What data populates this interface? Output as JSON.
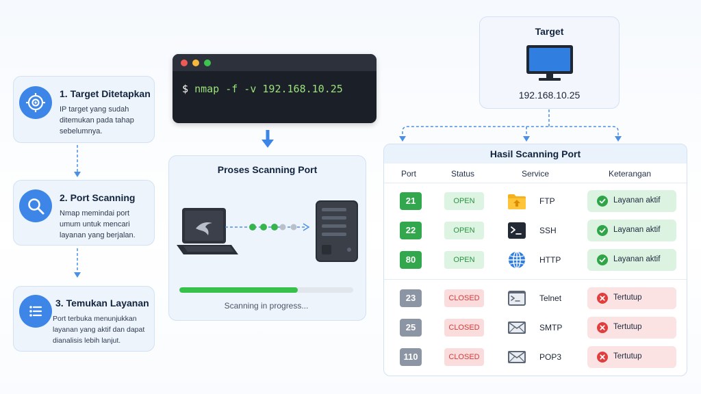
{
  "steps": [
    {
      "number_title": "1. Target Ditetapkan",
      "description": [
        "IP target yang sudah",
        "ditemukan pada tahap",
        "sebelumnya."
      ],
      "icon": "target-icon"
    },
    {
      "number_title": "2. Port Scanning",
      "description": [
        "Nmap memindai port",
        "umum untuk mencari",
        "layanan yang berjalan."
      ],
      "icon": "search-icon"
    },
    {
      "number_title": "3. Temukan Layanan",
      "description": [
        "Port terbuka menunjukkan",
        "layanan yang aktif dan dapat",
        "dianalisis lebih lanjut."
      ],
      "icon": "list-icon"
    }
  ],
  "terminal": {
    "prompt": "$ ",
    "command": "nmap -f -v 192.168.10.25",
    "dot_colors": [
      "#ee5b56",
      "#f6b73c",
      "#3cc350"
    ]
  },
  "process": {
    "title": "Proses Scanning Port",
    "status_text": "Scanning in progress...",
    "progress_percent": 68,
    "icons": [
      "laptop-icon",
      "server-icon"
    ]
  },
  "target": {
    "title": "Target",
    "ip": "192.168.10.25",
    "icon": "monitor-icon"
  },
  "results": {
    "title": "Hasil Scanning Port",
    "headers": {
      "port": "Port",
      "status": "Status",
      "service": "Service",
      "note": "Keterangan"
    },
    "rows": [
      {
        "port": "21",
        "status": "OPEN",
        "service": "FTP",
        "note": "Layanan aktif",
        "state": "open",
        "icon": "folder-upload-icon"
      },
      {
        "port": "22",
        "status": "OPEN",
        "service": "SSH",
        "note": "Layanan aktif",
        "state": "open",
        "icon": "terminal-icon"
      },
      {
        "port": "80",
        "status": "OPEN",
        "service": "HTTP",
        "note": "Layanan aktif",
        "state": "open",
        "icon": "globe-icon"
      },
      {
        "port": "23",
        "status": "CLOSED",
        "service": "Telnet",
        "note": "Tertutup",
        "state": "closed",
        "icon": "terminal-window-icon"
      },
      {
        "port": "25",
        "status": "CLOSED",
        "service": "SMTP",
        "note": "Tertutup",
        "state": "closed",
        "icon": "mail-icon"
      },
      {
        "port": "110",
        "status": "CLOSED",
        "service": "POP3",
        "note": "Tertutup",
        "state": "closed",
        "icon": "mail-icon"
      }
    ]
  },
  "colors": {
    "accent_blue": "#3d86e8",
    "open_green": "#33a74e",
    "closed_red": "#d23a3a",
    "closed_gray": "#8c95a3"
  }
}
